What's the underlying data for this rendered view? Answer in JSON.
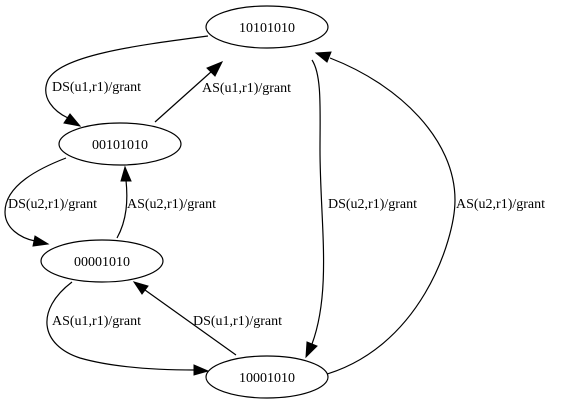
{
  "nodes": {
    "s10101010": "10101010",
    "s00101010": "00101010",
    "s00001010": "00001010",
    "s10001010": "10001010"
  },
  "edges": [
    {
      "from": "10101010",
      "to": "00101010",
      "label": "DS(u1,r1)/grant"
    },
    {
      "from": "00101010",
      "to": "10101010",
      "label": "AS(u1,r1)/grant"
    },
    {
      "from": "00101010",
      "to": "00001010",
      "label": "DS(u2,r1)/grant"
    },
    {
      "from": "00001010",
      "to": "00101010",
      "label": "AS(u2,r1)/grant"
    },
    {
      "from": "10101010",
      "to": "10001010",
      "label": "DS(u2,r1)/grant"
    },
    {
      "from": "10001010",
      "to": "10101010",
      "label": "AS(u2,r1)/grant"
    },
    {
      "from": "00001010",
      "to": "10001010",
      "label": "AS(u1,r1)/grant"
    },
    {
      "from": "10001010",
      "to": "00001010",
      "label": "DS(u1,r1)/grant"
    }
  ]
}
